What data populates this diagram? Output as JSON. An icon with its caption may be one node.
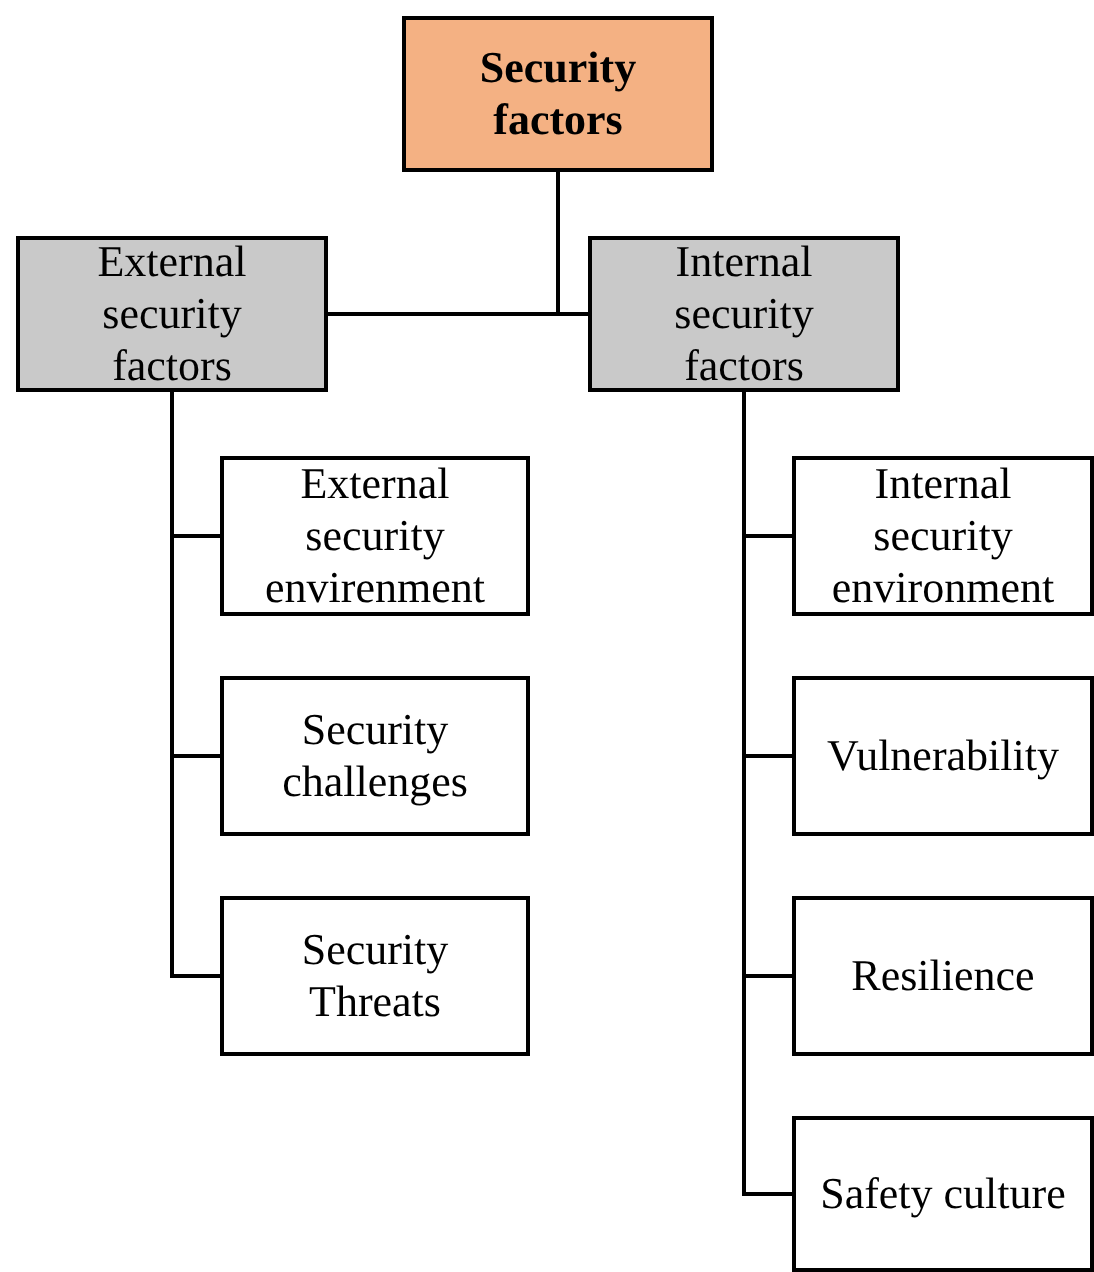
{
  "diagram": {
    "nodes": [
      {
        "text": [
          "Security factors"
        ]
      },
      {
        "text": [
          "External security factors"
        ]
      },
      {
        "text": [
          "Internal security factors"
        ]
      },
      {
        "text": [
          "External security envirenment"
        ]
      },
      {
        "text": [
          "Security challenges"
        ]
      },
      {
        "text": [
          "Security Threats"
        ]
      },
      {
        "text": [
          "Internal security environment"
        ]
      },
      {
        "text": [
          "Vulnerability"
        ]
      },
      {
        "text": [
          "Resilience"
        ]
      },
      {
        "text": [
          "Safety culture"
        ]
      }
    ],
    "edges": [
      {
        "from": 0,
        "to": 1,
        "arrow": "none"
      },
      {
        "from": 0,
        "to": 2,
        "arrow": "none"
      },
      {
        "from": 1,
        "to": 3,
        "arrow": "none"
      },
      {
        "from": 1,
        "to": 4,
        "arrow": "none"
      },
      {
        "from": 1,
        "to": 5,
        "arrow": "none"
      },
      {
        "from": 2,
        "to": 6,
        "arrow": "none"
      },
      {
        "from": 2,
        "to": 7,
        "arrow": "none"
      },
      {
        "from": 2,
        "to": 8,
        "arrow": "none"
      },
      {
        "from": 2,
        "to": 9,
        "arrow": "none"
      }
    ]
  }
}
